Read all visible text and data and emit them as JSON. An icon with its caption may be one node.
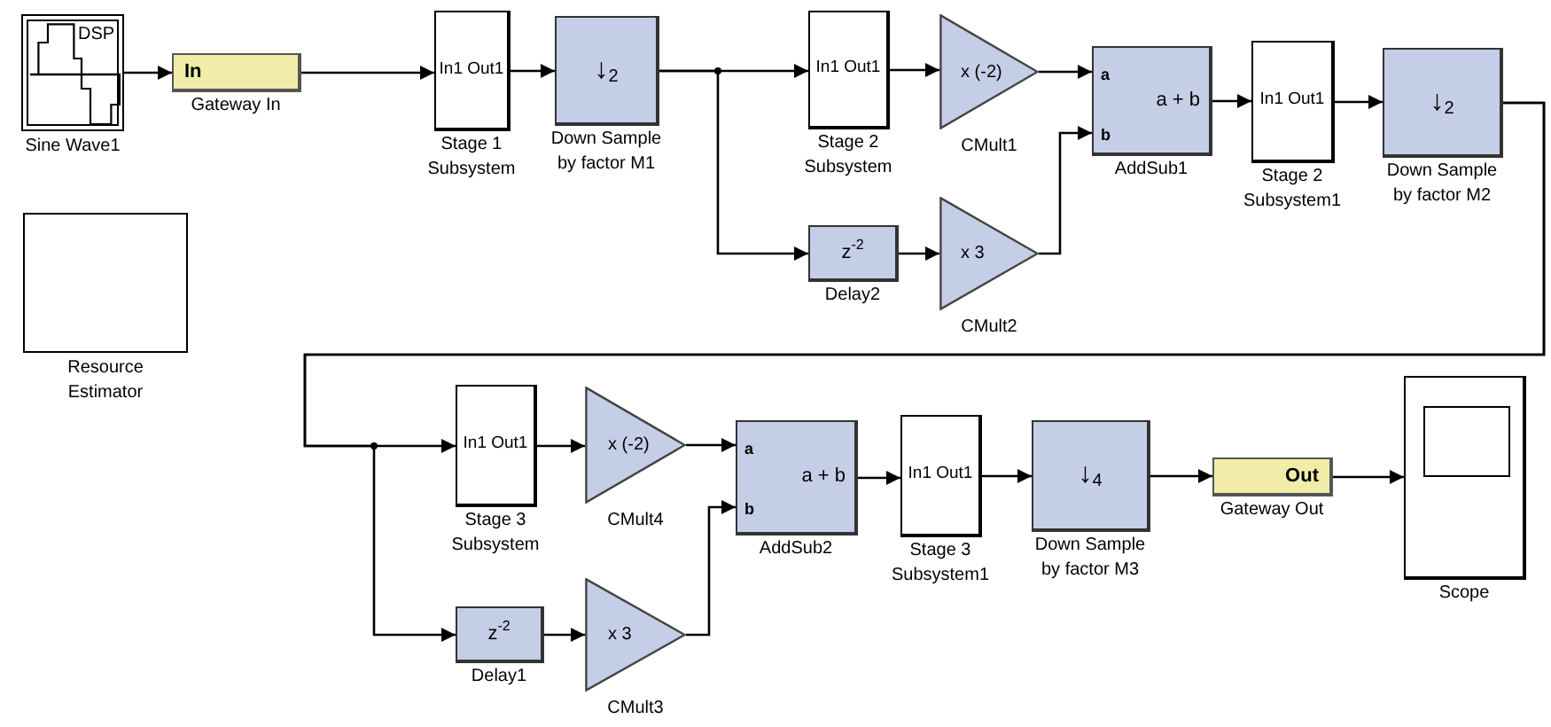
{
  "diagram": {
    "nodes": [
      {
        "text": [
          "DSP",
          "Sine Wave1"
        ]
      },
      {
        "text": [
          "In",
          "Gateway In"
        ]
      },
      {
        "text": [
          "In1 Out1",
          "Stage 1 Subsystem"
        ]
      },
      {
        "text": [
          "↓$_{2}$",
          "Down Sample by factor M1"
        ]
      },
      {
        "text": [
          "In1 Out1",
          "Stage 2 Subsystem"
        ]
      },
      {
        "text": [
          "x (-2)",
          "CMult1"
        ]
      },
      {
        "text": [
          "a",
          "b",
          "a + b",
          "AddSub1"
        ]
      },
      {
        "text": [
          "In1 Out1",
          "Stage 2 Subsystem1"
        ]
      },
      {
        "text": [
          "↓$_{2}$",
          "Down Sample by factor M2"
        ]
      },
      {
        "text": [
          "Resource Estimator"
        ]
      },
      {
        "text": [
          "z$^{-2}$",
          "Delay2"
        ]
      },
      {
        "text": [
          "x 3",
          "CMult2"
        ]
      },
      {
        "text": [
          "In1 Out1",
          "Stage 3 Subsystem"
        ]
      },
      {
        "text": [
          "x (-2)",
          "CMult4"
        ]
      },
      {
        "text": [
          "a",
          "b",
          "a + b",
          "AddSub2"
        ]
      },
      {
        "text": [
          "In1 Out1",
          "Stage 3 Subsystem1"
        ]
      },
      {
        "text": [
          "↓$_{4}$",
          "Down Sample by factor M3"
        ]
      },
      {
        "text": [
          "Out",
          "Gateway Out"
        ]
      },
      {
        "text": [
          "Scope"
        ]
      },
      {
        "text": [
          "z$^{-2}$",
          "Delay1"
        ]
      },
      {
        "text": [
          "x 3",
          "CMult3"
        ]
      }
    ],
    "edges": [
      {
        "from": 0,
        "to": 1,
        "arrow": "to"
      },
      {
        "from": 1,
        "to": 2,
        "arrow": "to"
      },
      {
        "from": 2,
        "to": 3,
        "arrow": "to"
      },
      {
        "from": 3,
        "to": 4,
        "arrow": "to"
      },
      {
        "from": 3,
        "to": 10,
        "arrow": "to"
      },
      {
        "from": 4,
        "to": 5,
        "arrow": "to"
      },
      {
        "from": 5,
        "to": 6,
        "arrow": "to"
      },
      {
        "from": 10,
        "to": 11,
        "arrow": "to"
      },
      {
        "from": 11,
        "to": 6,
        "arrow": "to"
      },
      {
        "from": 6,
        "to": 7,
        "arrow": "to"
      },
      {
        "from": 7,
        "to": 8,
        "arrow": "to"
      },
      {
        "from": 8,
        "to": 12,
        "arrow": "to"
      },
      {
        "from": 8,
        "to": 19,
        "arrow": "to"
      },
      {
        "from": 12,
        "to": 13,
        "arrow": "to"
      },
      {
        "from": 13,
        "to": 14,
        "arrow": "to"
      },
      {
        "from": 19,
        "to": 20,
        "arrow": "to"
      },
      {
        "from": 20,
        "to": 14,
        "arrow": "to"
      },
      {
        "from": 14,
        "to": 15,
        "arrow": "to"
      },
      {
        "from": 15,
        "to": 16,
        "arrow": "to"
      },
      {
        "from": 16,
        "to": 17,
        "arrow": "to"
      },
      {
        "from": 17,
        "to": 18,
        "arrow": "to"
      }
    ]
  }
}
